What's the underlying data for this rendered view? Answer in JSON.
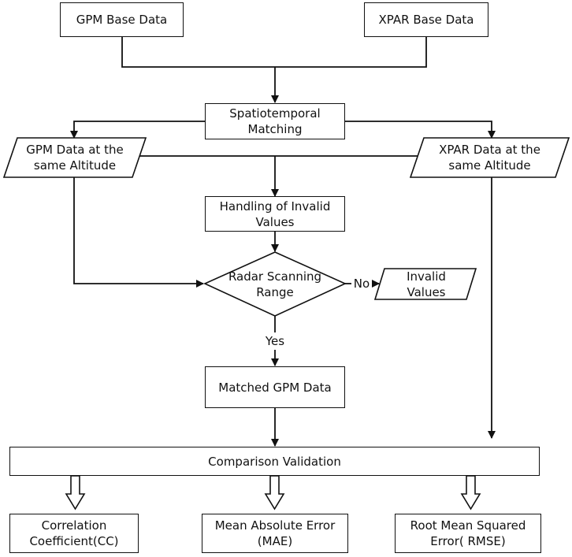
{
  "nodes": {
    "gpm_base": "GPM Base Data",
    "xpar_base": "XPAR Base Data",
    "matching_line1": "Spatiotemporal",
    "matching_line2": "Matching",
    "gpm_alt_line1": "GPM Data at the",
    "gpm_alt_line2": "same Altitude",
    "xpar_alt_line1": "XPAR Data at the",
    "xpar_alt_line2": "same Altitude",
    "invalid_handling_line1": "Handling of Invalid",
    "invalid_handling_line2": "Values",
    "radar_line1": "Radar Scanning",
    "radar_line2": "Range",
    "invalid_line1": "Invalid",
    "invalid_line2": "Values",
    "matched": "Matched GPM Data",
    "comparison": "Comparison Validation",
    "cc_line1": "Correlation",
    "cc_line2": "Coefficient(CC)",
    "mae_line1": "Mean Absolute Error",
    "mae_line2": "(MAE)",
    "rmse_line1": "Root Mean Squared",
    "rmse_line2": "Error( RMSE)"
  },
  "edges": {
    "no_label": "No",
    "yes_label": "Yes"
  },
  "colors": {
    "stroke": "#111111",
    "fill": "#ffffff"
  }
}
